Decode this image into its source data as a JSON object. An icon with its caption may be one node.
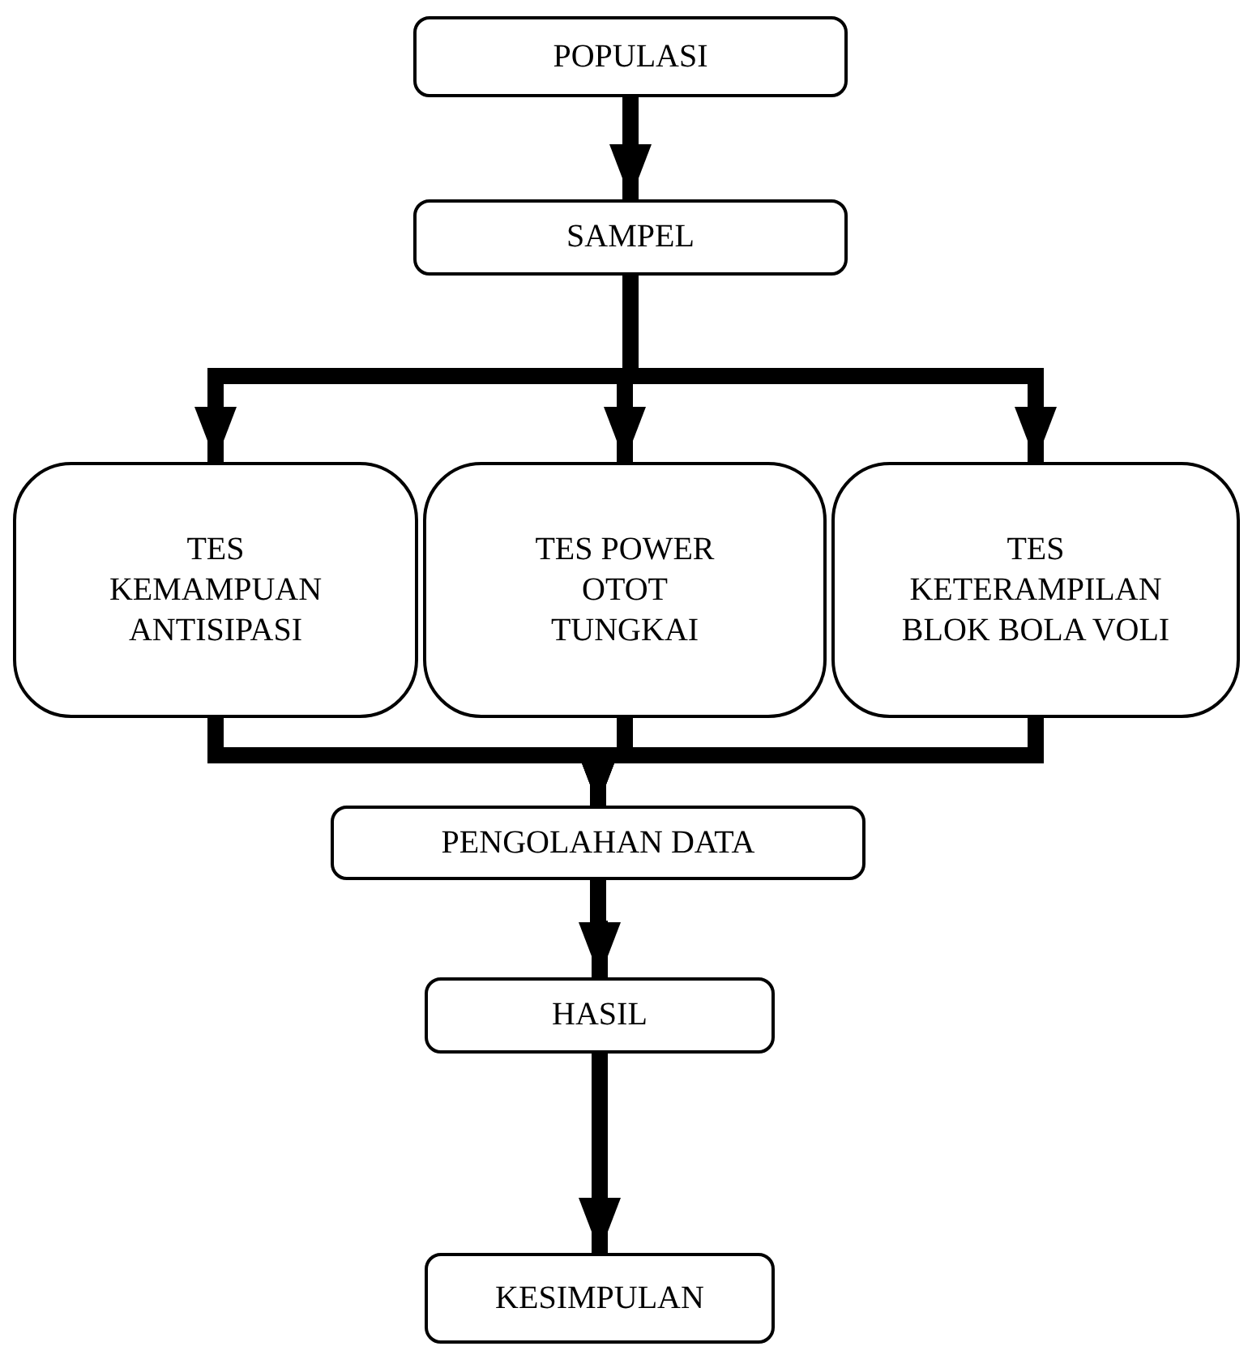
{
  "diagram": {
    "nodes": [
      {
        "text": [
          "POPULASI"
        ]
      },
      {
        "text": [
          "SAMPEL"
        ]
      },
      {
        "text": [
          "TES KEMAMPUAN ANTISIPASI"
        ]
      },
      {
        "text": [
          "TES POWER OTOT TUNGKAI"
        ]
      },
      {
        "text": [
          "TES KETERAMPILAN BLOK BOLA VOLI"
        ]
      },
      {
        "text": [
          "PENGOLAHAN DATA"
        ]
      },
      {
        "text": [
          "HASIL"
        ]
      },
      {
        "text": [
          "KESIMPULAN"
        ]
      }
    ],
    "edges": [
      {
        "from": 0,
        "to": 1,
        "arrow": "to"
      },
      {
        "from": 1,
        "to": 2,
        "arrow": "to"
      },
      {
        "from": 1,
        "to": 3,
        "arrow": "to"
      },
      {
        "from": 1,
        "to": 4,
        "arrow": "to"
      },
      {
        "from": 2,
        "to": 5,
        "arrow": "to"
      },
      {
        "from": 3,
        "to": 5,
        "arrow": "to"
      },
      {
        "from": 4,
        "to": 5,
        "arrow": "to"
      },
      {
        "from": 5,
        "to": 6,
        "arrow": "to"
      },
      {
        "from": 6,
        "to": 7,
        "arrow": "to"
      }
    ]
  }
}
